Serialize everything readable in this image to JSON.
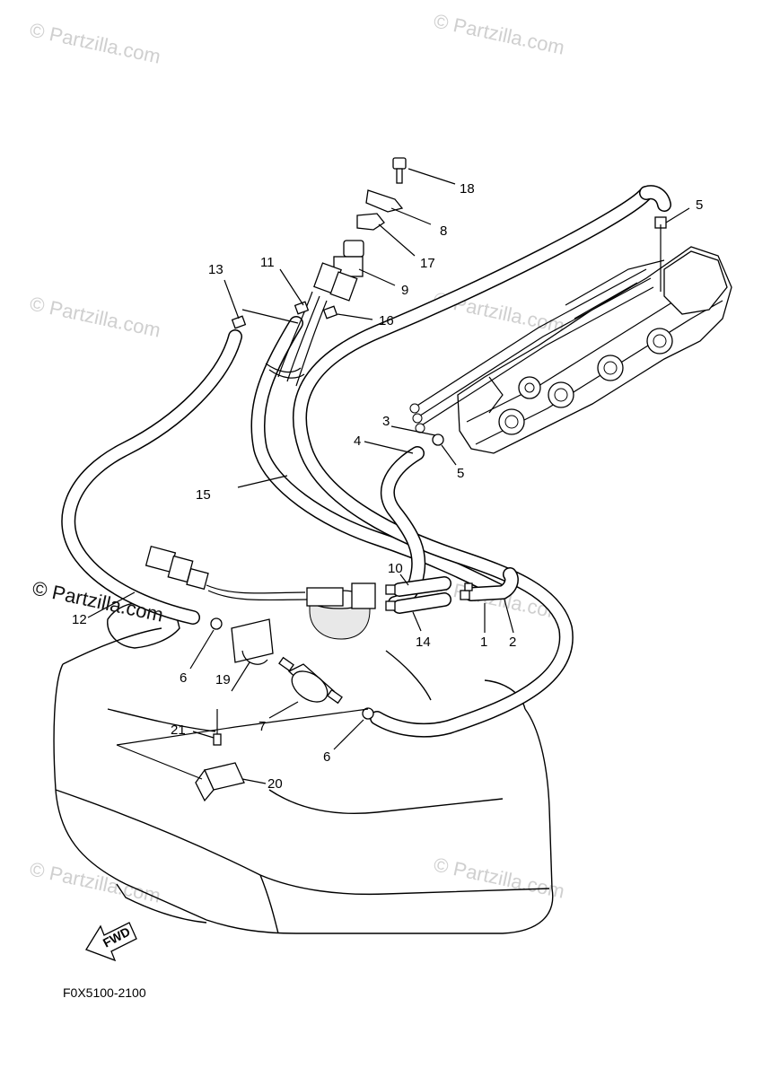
{
  "watermark": {
    "text": "© Partzilla.com",
    "prominent_text": "© Partzilla.com"
  },
  "diagram_code": "F0X5100-2100",
  "fwd_label": "FWD",
  "callouts": {
    "c1": "1",
    "c2": "2",
    "c3": "3",
    "c4": "4",
    "c5a": "5",
    "c5b": "5",
    "c6a": "6",
    "c6b": "6",
    "c7": "7",
    "c8": "8",
    "c9": "9",
    "c10": "10",
    "c11": "11",
    "c12": "12",
    "c13": "13",
    "c14": "14",
    "c15": "15",
    "c16": "16",
    "c17": "17",
    "c18": "18",
    "c19": "19",
    "c20": "20",
    "c21": "21"
  }
}
